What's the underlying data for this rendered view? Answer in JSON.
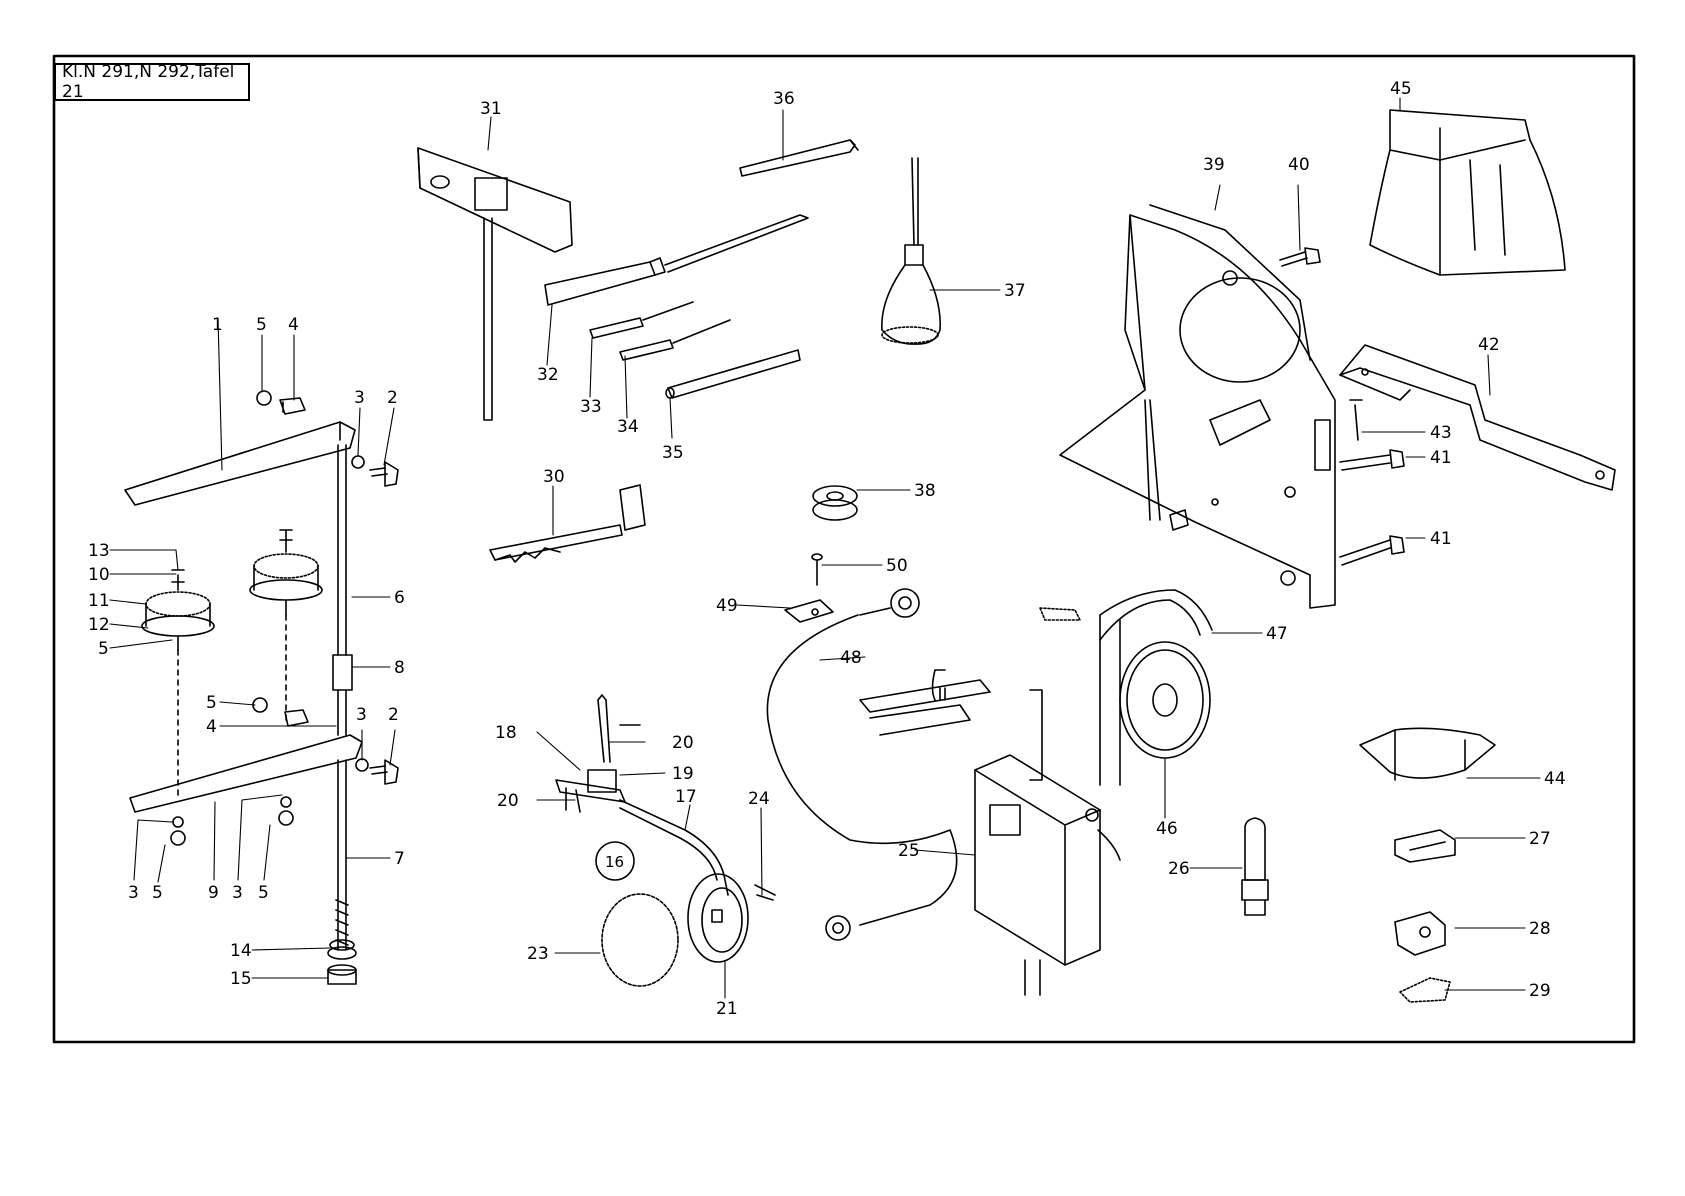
{
  "sheet": {
    "title": "Kl.N 291,N 292,Tafel 21"
  },
  "labels": {
    "l1": "1",
    "l2": "2",
    "l3": "3",
    "l4": "4",
    "l5": "5",
    "l6": "6",
    "l7": "7",
    "l8": "8",
    "l9": "9",
    "l10": "10",
    "l11": "11",
    "l12": "12",
    "l13": "13",
    "l14": "14",
    "l15": "15",
    "l16": "16",
    "l17": "17",
    "l18": "18",
    "l19": "19",
    "l20": "20",
    "l21": "21",
    "l23": "23",
    "l24": "24",
    "l25": "25",
    "l26": "26",
    "l27": "27",
    "l28": "28",
    "l29": "29",
    "l30": "30",
    "l31": "31",
    "l32": "32",
    "l33": "33",
    "l34": "34",
    "l35": "35",
    "l36": "36",
    "l37": "37",
    "l38": "38",
    "l39": "39",
    "l40": "40",
    "l41": "41",
    "l42": "42",
    "l43": "43",
    "l44": "44",
    "l45": "45",
    "l46": "46",
    "l47": "47",
    "l48": "48",
    "l49": "49",
    "l50": "50"
  },
  "colors": {
    "ink": "#000000",
    "paper": "#ffffff"
  }
}
